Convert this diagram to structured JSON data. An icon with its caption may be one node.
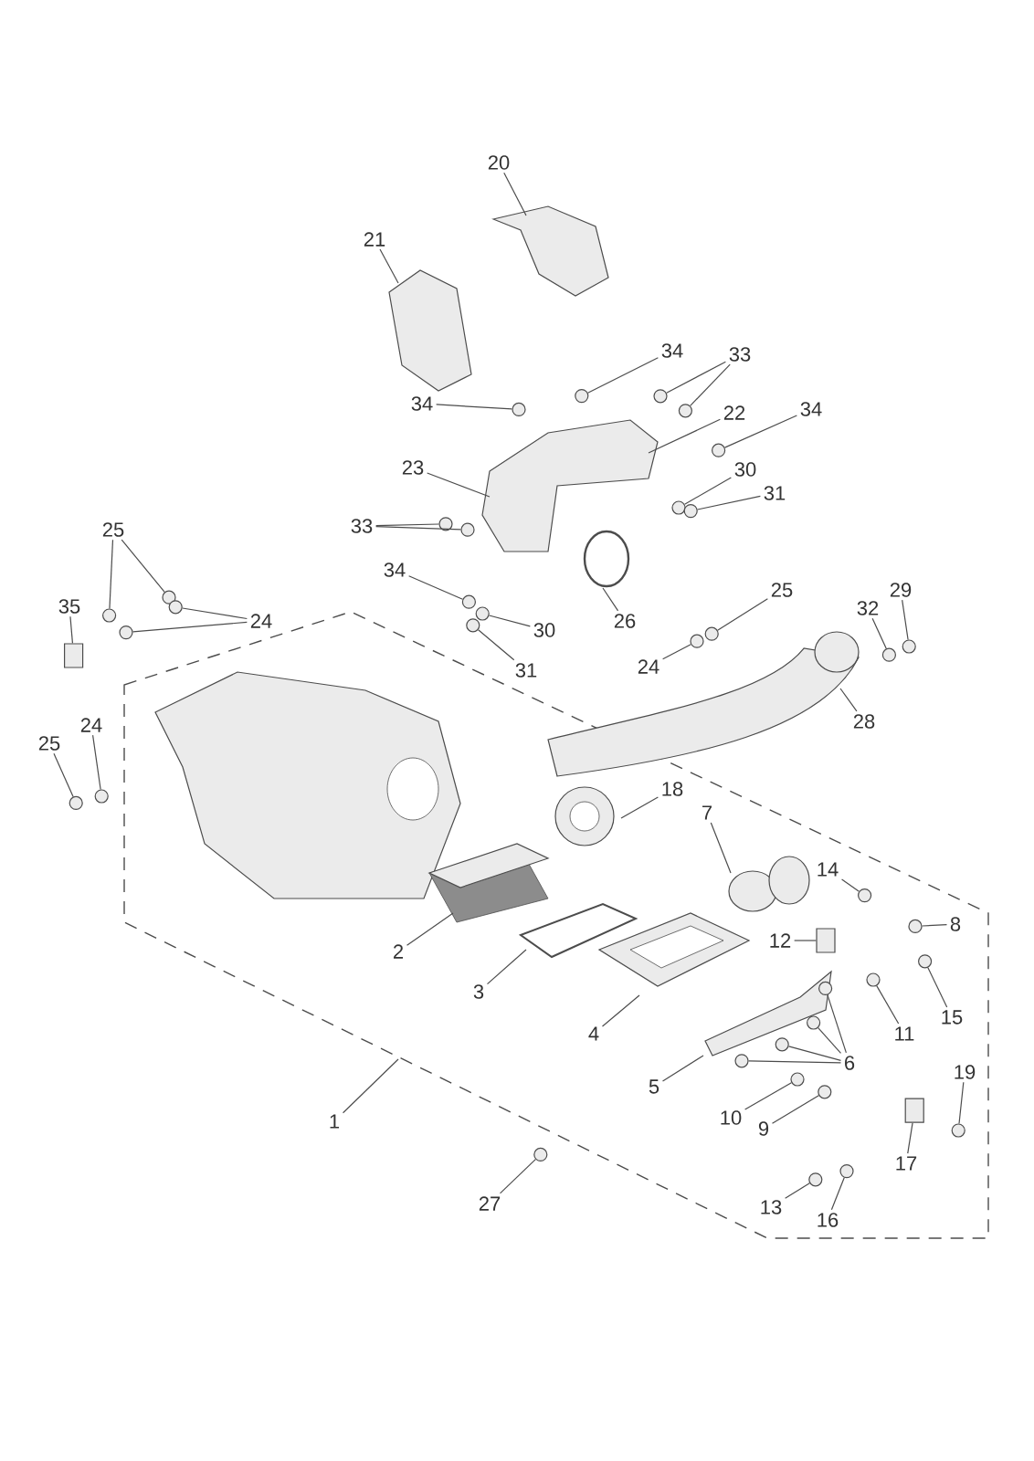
{
  "diagram": {
    "nodes": [
      {
        "text": [
          "20"
        ]
      },
      {
        "text": [
          "21"
        ]
      },
      {
        "text": [
          "34"
        ]
      },
      {
        "text": [
          "33"
        ]
      },
      {
        "text": [
          "34"
        ]
      },
      {
        "text": [
          "34"
        ]
      },
      {
        "text": [
          "22"
        ]
      },
      {
        "text": [
          "23"
        ]
      },
      {
        "text": [
          "30"
        ]
      },
      {
        "text": [
          "31"
        ]
      },
      {
        "text": [
          "33"
        ]
      },
      {
        "text": [
          "25"
        ]
      },
      {
        "text": [
          "34"
        ]
      },
      {
        "text": [
          "29"
        ]
      },
      {
        "text": [
          "25"
        ]
      },
      {
        "text": [
          "35"
        ]
      },
      {
        "text": [
          "32"
        ]
      },
      {
        "text": [
          "24"
        ]
      },
      {
        "text": [
          "26"
        ]
      },
      {
        "text": [
          "30"
        ]
      },
      {
        "text": [
          "24"
        ]
      },
      {
        "text": [
          "31"
        ]
      },
      {
        "text": [
          "28"
        ]
      },
      {
        "text": [
          "24"
        ]
      },
      {
        "text": [
          "25"
        ]
      },
      {
        "text": [
          "18"
        ]
      },
      {
        "text": [
          "7"
        ]
      },
      {
        "text": [
          "14"
        ]
      },
      {
        "text": [
          "8"
        ]
      },
      {
        "text": [
          "12"
        ]
      },
      {
        "text": [
          "2"
        ]
      },
      {
        "text": [
          "3"
        ]
      },
      {
        "text": [
          "15"
        ]
      },
      {
        "text": [
          "4"
        ]
      },
      {
        "text": [
          "11"
        ]
      },
      {
        "text": [
          "6"
        ]
      },
      {
        "text": [
          "19"
        ]
      },
      {
        "text": [
          "5"
        ]
      },
      {
        "text": [
          "10"
        ]
      },
      {
        "text": [
          "1"
        ]
      },
      {
        "text": [
          "9"
        ]
      },
      {
        "text": [
          "17"
        ]
      },
      {
        "text": [
          "27"
        ]
      },
      {
        "text": [
          "13"
        ]
      },
      {
        "text": [
          "16"
        ]
      },
      {
        "text": [],
        "shape": "circle"
      },
      {
        "text": [],
        "shape": "circle"
      },
      {
        "text": [],
        "shape": "circle"
      },
      {
        "text": [],
        "shape": "circle"
      },
      {
        "text": [],
        "shape": "circle"
      },
      {
        "text": [],
        "shape": "circle"
      },
      {
        "text": [],
        "shape": "circle"
      },
      {
        "text": [],
        "shape": "circle"
      },
      {
        "text": [],
        "shape": "circle"
      },
      {
        "text": [],
        "shape": "circle"
      },
      {
        "text": [],
        "shape": "circle"
      },
      {
        "text": [],
        "shape": "circle"
      },
      {
        "text": [],
        "shape": "circle"
      },
      {
        "text": [],
        "shape": "circle"
      },
      {
        "text": [],
        "shape": "box"
      },
      {
        "text": [],
        "shape": "circle"
      },
      {
        "text": [],
        "shape": "circle"
      },
      {
        "text": [],
        "shape": "circle"
      },
      {
        "text": [],
        "shape": "circle"
      },
      {
        "text": [],
        "shape": "circle"
      },
      {
        "text": [],
        "shape": "circle"
      },
      {
        "text": [],
        "shape": "circle"
      },
      {
        "text": [],
        "shape": "circle"
      },
      {
        "text": [],
        "shape": "circle"
      },
      {
        "text": [],
        "shape": "circle"
      },
      {
        "text": [],
        "shape": "box"
      },
      {
        "text": [],
        "shape": "circle"
      },
      {
        "text": [],
        "shape": "circle"
      },
      {
        "text": [],
        "shape": "circle"
      },
      {
        "text": [],
        "shape": "circle"
      },
      {
        "text": [],
        "shape": "circle"
      },
      {
        "text": [],
        "shape": "circle"
      },
      {
        "text": [],
        "shape": "circle"
      },
      {
        "text": [],
        "shape": "circle"
      },
      {
        "text": [],
        "shape": "circle"
      },
      {
        "text": [],
        "shape": "box"
      },
      {
        "text": [],
        "shape": "circle"
      },
      {
        "text": [],
        "shape": "circle"
      },
      {
        "text": [],
        "shape": "circle"
      }
    ],
    "edges": [
      {
        "from": 0,
        "to": null,
        "arrow": "none"
      },
      {
        "from": 1,
        "to": null,
        "arrow": "none"
      },
      {
        "from": 2,
        "to": 45,
        "arrow": "none"
      },
      {
        "from": 3,
        "to": 46,
        "arrow": "none"
      },
      {
        "from": 3,
        "to": 47,
        "arrow": "none"
      },
      {
        "from": 4,
        "to": 48,
        "arrow": "none"
      },
      {
        "from": 5,
        "to": 49,
        "arrow": "none"
      },
      {
        "from": 6,
        "to": null,
        "arrow": "none"
      },
      {
        "from": 7,
        "to": null,
        "arrow": "none"
      },
      {
        "from": 8,
        "to": 50,
        "arrow": "none"
      },
      {
        "from": 9,
        "to": 51,
        "arrow": "none"
      },
      {
        "from": 10,
        "to": 52,
        "arrow": "none"
      },
      {
        "from": 10,
        "to": 53,
        "arrow": "none"
      },
      {
        "from": 11,
        "to": 54,
        "arrow": "none"
      },
      {
        "from": 11,
        "to": 55,
        "arrow": "none"
      },
      {
        "from": 12,
        "to": 56,
        "arrow": "none"
      },
      {
        "from": 13,
        "to": 57,
        "arrow": "none"
      },
      {
        "from": 14,
        "to": 58,
        "arrow": "none"
      },
      {
        "from": 15,
        "to": 59,
        "arrow": "none"
      },
      {
        "from": 16,
        "to": 60,
        "arrow": "none"
      },
      {
        "from": 17,
        "to": 61,
        "arrow": "none"
      },
      {
        "from": 17,
        "to": 62,
        "arrow": "none"
      },
      {
        "from": 18,
        "to": null,
        "arrow": "none"
      },
      {
        "from": 19,
        "to": 63,
        "arrow": "none"
      },
      {
        "from": 20,
        "to": 64,
        "arrow": "none"
      },
      {
        "from": 21,
        "to": 65,
        "arrow": "none"
      },
      {
        "from": 22,
        "to": null,
        "arrow": "none"
      },
      {
        "from": 23,
        "to": 66,
        "arrow": "none"
      },
      {
        "from": 24,
        "to": 67,
        "arrow": "none"
      },
      {
        "from": 25,
        "to": null,
        "arrow": "none"
      },
      {
        "from": 26,
        "to": null,
        "arrow": "none"
      },
      {
        "from": 27,
        "to": 68,
        "arrow": "none"
      },
      {
        "from": 28,
        "to": 69,
        "arrow": "none"
      },
      {
        "from": 29,
        "to": 70,
        "arrow": "none"
      },
      {
        "from": 30,
        "to": null,
        "arrow": "none"
      },
      {
        "from": 31,
        "to": null,
        "arrow": "none"
      },
      {
        "from": 32,
        "to": 71,
        "arrow": "none"
      },
      {
        "from": 33,
        "to": null,
        "arrow": "none"
      },
      {
        "from": 34,
        "to": 72,
        "arrow": "none"
      },
      {
        "from": 35,
        "to": 73,
        "arrow": "none"
      },
      {
        "from": 35,
        "to": 74,
        "arrow": "none"
      },
      {
        "from": 35,
        "to": 75,
        "arrow": "none"
      },
      {
        "from": 35,
        "to": 76,
        "arrow": "none"
      },
      {
        "from": 36,
        "to": 77,
        "arrow": "none"
      },
      {
        "from": 37,
        "to": null,
        "arrow": "none"
      },
      {
        "from": 38,
        "to": 78,
        "arrow": "none"
      },
      {
        "from": 39,
        "to": null,
        "arrow": "none"
      },
      {
        "from": 40,
        "to": 79,
        "arrow": "none"
      },
      {
        "from": 41,
        "to": 80,
        "arrow": "none"
      },
      {
        "from": 42,
        "to": 81,
        "arrow": "none"
      },
      {
        "from": 43,
        "to": 82,
        "arrow": "none"
      },
      {
        "from": 44,
        "to": 83,
        "arrow": "none"
      }
    ]
  }
}
